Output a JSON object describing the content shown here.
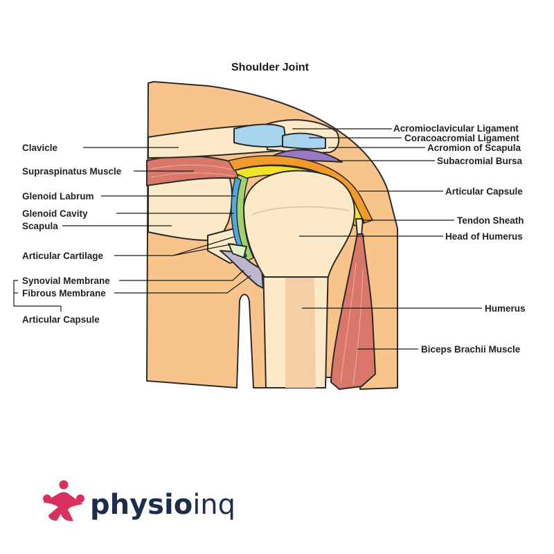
{
  "title": "Shoulder Joint",
  "labels": {
    "left": {
      "clavicle": "Clavicle",
      "supraspinatus_muscle": "Supraspinatus Muscle",
      "glenoid_labrum": "Glenoid Labrum",
      "glenoid_cavity": "Glenoid Cavity",
      "scapula": "Scapula",
      "articular_cartilage": "Articular Cartilage",
      "synovial_membrane": "Synovial Membrane",
      "fibrous_membrane": "Fibrous Membrane",
      "articular_capsule": "Articular Capsule"
    },
    "right": {
      "acromioclavicular_ligament": "Acromioclavicular Ligament",
      "coracoacromial_ligament": "Coracoacromial Ligament",
      "acromion_of_scapula": "Acromion of Scapula",
      "subacromial_bursa": "Subacromial Bursa",
      "articular_capsule": "Articular Capsule",
      "tendon_sheath": "Tendon Sheath",
      "head_of_humerus": "Head of Humerus",
      "humerus": "Humerus",
      "biceps_brachii_muscle": "Biceps Brachii Muscle"
    }
  },
  "logo": {
    "brand_bold": "physio",
    "brand_light": "inq",
    "icon": "people-star-icon"
  },
  "colors": {
    "skin": "#f8c48b",
    "bone": "#fbe9c7",
    "bone_shaft": "#f4cfa5",
    "ligament": "#a9d4ee",
    "bursa": "#9a78c2",
    "capsule_orange": "#f39a2c",
    "sheath_yellow": "#f2e22a",
    "cavity_blue": "#4ea9e0",
    "labrum_green": "#a2d36a",
    "muscle": "#d9786a",
    "membrane": "#bcb6cf",
    "brand_pink": "#d8305f",
    "brand_navy": "#1f2d4d"
  }
}
